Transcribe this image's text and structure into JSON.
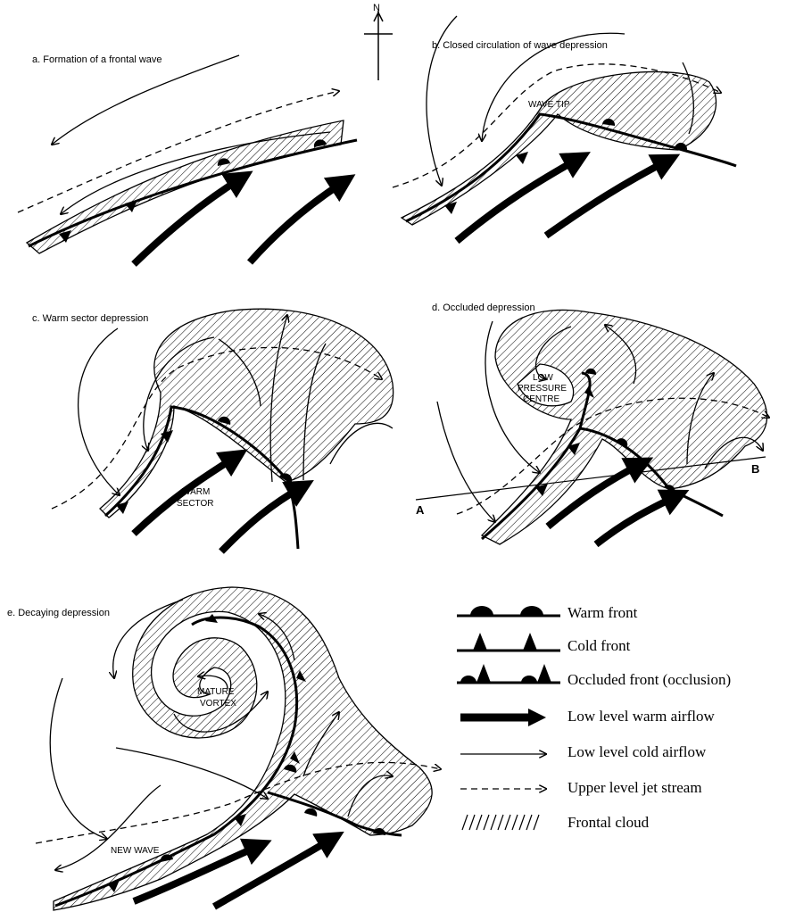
{
  "compass": {
    "label": "N"
  },
  "panels": {
    "a": {
      "title": "a.  Formation of a frontal wave"
    },
    "b": {
      "title": "b.  Closed circulation of wave depression",
      "wave_tip": "WAVE TIP"
    },
    "c": {
      "title": "c.  Warm sector depression",
      "warm_sector_1": "WARM",
      "warm_sector_2": "SECTOR"
    },
    "d": {
      "title": "d.  Occluded depression",
      "centre_1": "LOW",
      "centre_2": "PRESSURE",
      "centre_3": "CENTRE",
      "point_a": "A",
      "point_b": "B"
    },
    "e": {
      "title": "e.  Decaying depression",
      "vortex_1": "MATURE",
      "vortex_2": "VORTEX",
      "new_wave": "NEW WAVE"
    }
  },
  "legend": {
    "warm_front": "Warm front",
    "cold_front": "Cold front",
    "occluded_front": "Occluded front (occlusion)",
    "warm_airflow": "Low level warm airflow",
    "cold_airflow": "Low level cold airflow",
    "jet_stream": "Upper level jet stream",
    "frontal_cloud": "Frontal cloud"
  }
}
